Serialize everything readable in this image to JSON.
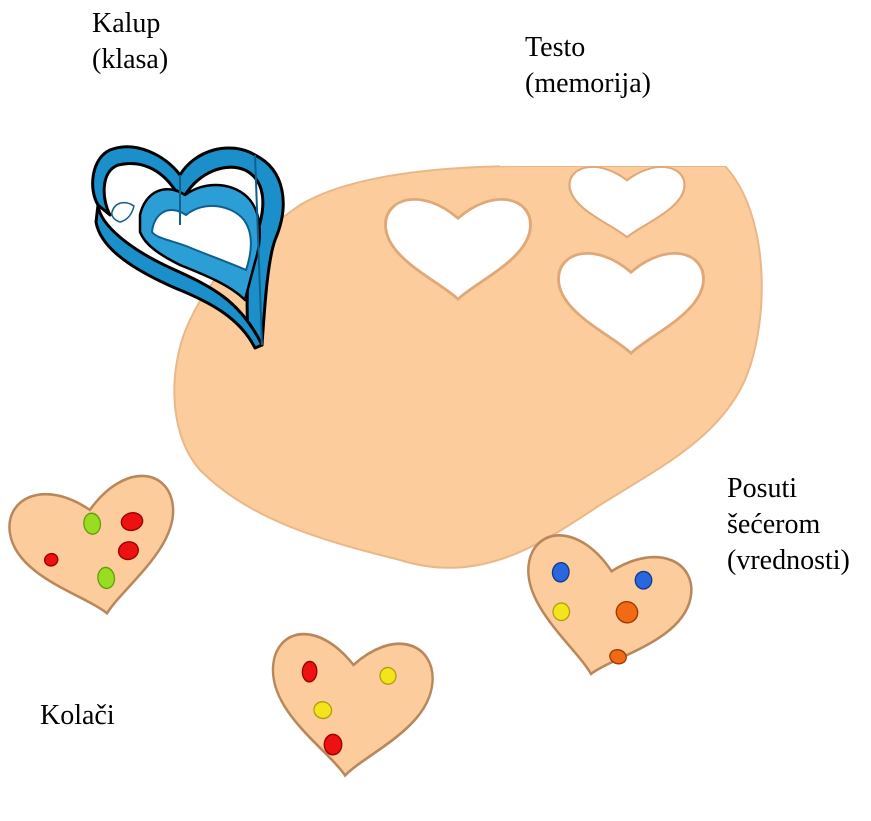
{
  "labels": {
    "kalup": [
      "Kalup",
      "(klasa)"
    ],
    "testo": [
      "Testo",
      "(memorija)"
    ],
    "posuti": [
      "Posuti",
      "šećerom",
      "(vrednosti)"
    ],
    "kolaci": [
      "Kolači"
    ]
  },
  "colors": {
    "dough": "#fccc9c",
    "dough_edge": "#e0a878",
    "cutter": "#1b8fc9",
    "cutter_dark": "#0f5f8c",
    "outline": "#000000",
    "sprinkle_red": "#ee1111",
    "sprinkle_green": "#99dd22",
    "sprinkle_yellow": "#f4e41c",
    "sprinkle_blue": "#2a66dd",
    "sprinkle_orange": "#f26a14"
  },
  "cookies": [
    {
      "name": "cookie-left",
      "sprinkles": [
        "green",
        "red",
        "red",
        "red",
        "green"
      ]
    },
    {
      "name": "cookie-bottom",
      "sprinkles": [
        "red",
        "yellow",
        "yellow",
        "red"
      ]
    },
    {
      "name": "cookie-right",
      "sprinkles": [
        "blue",
        "blue",
        "yellow",
        "orange",
        "orange"
      ]
    }
  ],
  "dough_holes": 3,
  "icons": [
    "heart-cookie-cutter-icon"
  ]
}
